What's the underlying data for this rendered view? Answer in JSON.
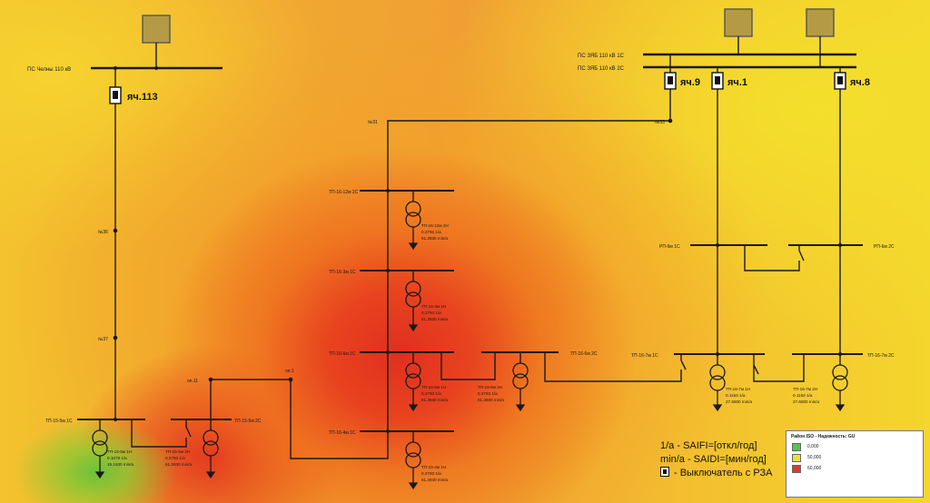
{
  "substations": {
    "left_bus": "ПС Челны 110 кВ",
    "right_bus_1": "ПС ЗЯБ 110 кВ 1С",
    "right_bus_2": "ПС ЗЯБ 110 кВ 2С"
  },
  "breakers": {
    "left": "яч.113",
    "right_1": "яч.9",
    "right_2": "яч.1",
    "right_3": "яч.8"
  },
  "nodes": {
    "n36": "№36",
    "n37": "№37",
    "n31": "№31",
    "n33": "№33",
    "on11": "оп.11",
    "on1": "оп.1"
  },
  "buses": {
    "tp15_1c": "ТП-15-5м 1С",
    "tp15_2c": "ТП-15-5м 2С",
    "tp16_12_2c": "ТП-16-12м 2С",
    "tp16_3_1c": "ТП-16-3м 1С",
    "tp16_6_1c": "ТП-16-6м 1С",
    "tp16_6_2c": "ТП-16-6м 2С",
    "tp16_4_1c": "ТП-16-4м 1С",
    "rp6_1c": "РП-6м 1С",
    "rp6_2c": "РП-6м 2С",
    "tp16_7_1c": "ТП-16-7м 1С",
    "tp16_7_2c": "ТП-16-7м 2С"
  },
  "transformers": {
    "t1": [
      "ТП-15-5м 1Н",
      "0.1079 1/a",
      "15.1630 min/a"
    ],
    "t2": [
      "ТП-15-5м 2Н",
      "0.2793 1/a",
      "61.3930 min/a"
    ],
    "t3": [
      "ТП-16-12м 2Н",
      "0.2793 1/a",
      "61.3930 min/a"
    ],
    "t4": [
      "ТП-16-3м 1Н",
      "0.2793 1/a",
      "61.3930 min/a"
    ],
    "t5": [
      "ТП-16-6м 1Н",
      "0.2793 1/a",
      "61.3930 min/a"
    ],
    "t6": [
      "ТП-16-6м 2Н",
      "0.2793 1/a",
      "61.3930 min/a"
    ],
    "t7": [
      "ТП-16-4м 1Н",
      "0.2793 1/a",
      "61.3930 min/a"
    ],
    "t8": [
      "ТП-16-7м 1Н",
      "0.1153 1/a",
      "27.6800 min/a"
    ],
    "t9": [
      "ТП-16-7м 2Н",
      "0.1153 1/a",
      "27.6800 min/a"
    ]
  },
  "notes": {
    "saifi": "1/a - SAIFI=[откл/год]",
    "saidi": "min/a - SAIDI=[мин/год]",
    "breaker": "- Выключатель с РЗА"
  },
  "legend": {
    "title": "Район ISO - Надежность: GU",
    "items": [
      {
        "value": "0,000",
        "color": "#5cc24a"
      },
      {
        "value": "50,000",
        "color": "#e8e43a"
      },
      {
        "value": "60,000",
        "color": "#e2372a"
      }
    ]
  }
}
